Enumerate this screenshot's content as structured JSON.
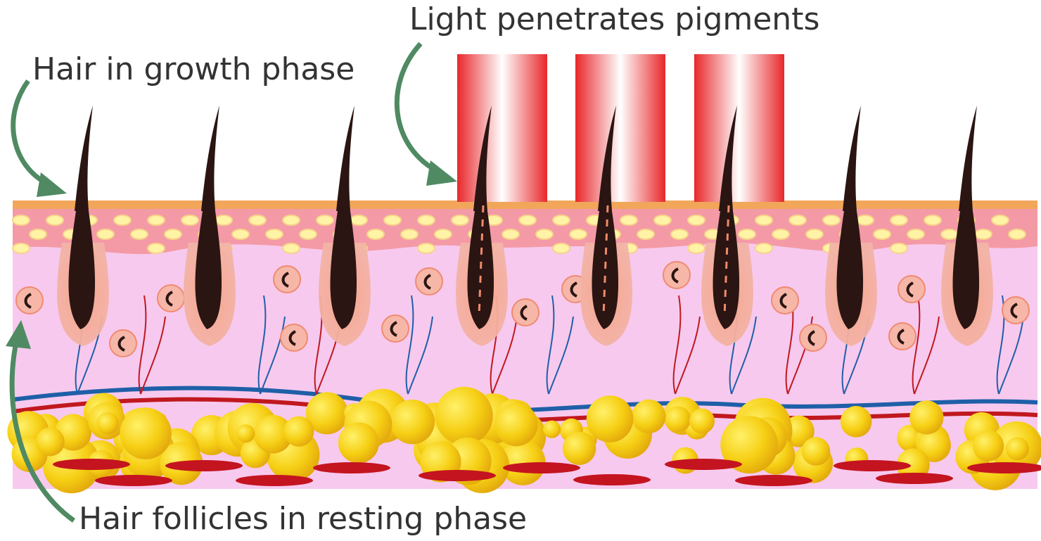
{
  "labels": {
    "growth": "Hair in growth phase",
    "light": "Light penetrates pigments",
    "resting": "Hair follicles in resting phase"
  },
  "colors": {
    "arrow": "#4f8a62",
    "skin_top": "#f2a65a",
    "epidermis": "#f49aa6",
    "dermis": "#f7c9ee",
    "fat": "#f3cc1c",
    "hair": "#2a1512",
    "follicle": "#f3a28c",
    "artery": "#c0181e",
    "vein": "#1f5fa8",
    "light_beam": "#e8272a",
    "pigment_mark": "#f08a6a"
  },
  "icons": {
    "arrow": "curved-arrow-icon",
    "beam": "light-beam-icon",
    "hair": "hair-strand-icon",
    "cell": "round-cell-icon",
    "fat": "fat-cell-icon"
  }
}
